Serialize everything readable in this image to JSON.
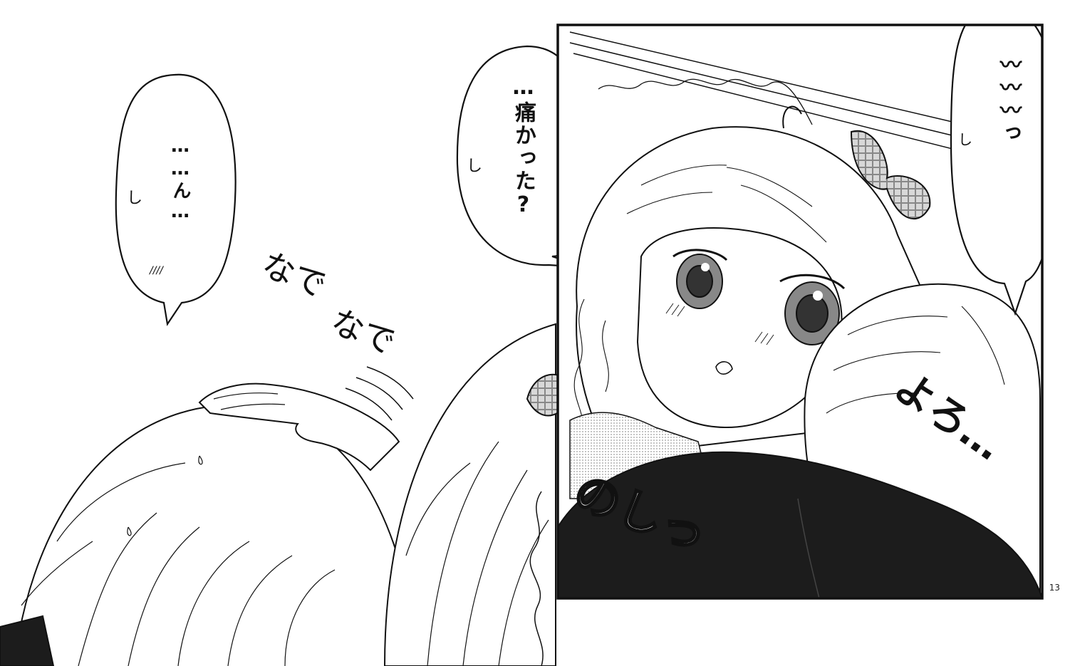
{
  "page": {
    "number": "13"
  },
  "panels": {
    "left": {
      "bubble_1": {
        "text": "……ん…",
        "sweat_mark": "し",
        "blush_mark": "////"
      },
      "bubble_2": {
        "text": "…痛かった?",
        "sweat_mark": "し"
      },
      "sfx_nade_1": "なで",
      "sfx_nade_2": "なで"
    },
    "right": {
      "bubble_3": {
        "text": "〰〰〰っ",
        "sweat_mark": "し"
      },
      "sfx_yoro": "よろ…",
      "sfx_noshi": "のしっ"
    }
  },
  "colors": {
    "ink": "#111111",
    "paper": "#ffffff",
    "screentone": "#bdbdbd",
    "dark_fill": "#1c1c1c"
  }
}
